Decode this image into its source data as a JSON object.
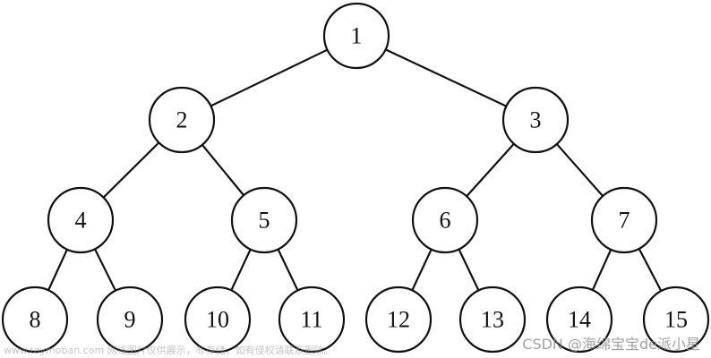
{
  "tree": {
    "nodes": [
      "1",
      "2",
      "3",
      "4",
      "5",
      "6",
      "7",
      "8",
      "9",
      "10",
      "11",
      "12",
      "13",
      "14",
      "15"
    ],
    "edges": [
      [
        "1",
        "2"
      ],
      [
        "1",
        "3"
      ],
      [
        "2",
        "4"
      ],
      [
        "2",
        "5"
      ],
      [
        "3",
        "6"
      ],
      [
        "3",
        "7"
      ],
      [
        "4",
        "8"
      ],
      [
        "4",
        "9"
      ],
      [
        "5",
        "10"
      ],
      [
        "5",
        "11"
      ],
      [
        "6",
        "12"
      ],
      [
        "6",
        "13"
      ],
      [
        "7",
        "14"
      ],
      [
        "7",
        "15"
      ]
    ]
  },
  "watermarks": {
    "left": "www.toymoban.com 网络图片仅供展示，非存储，如有侵权请联系删除。",
    "right": "CSDN @海绵宝宝de派小星"
  }
}
